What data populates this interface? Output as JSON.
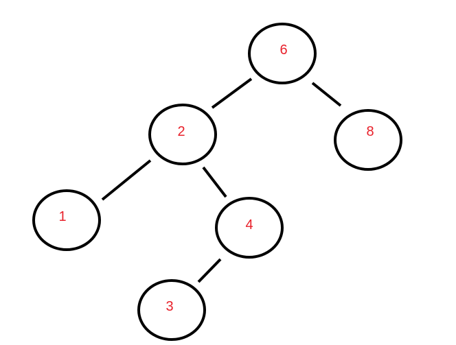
{
  "tree": {
    "label_color": "#e8202a",
    "line_color": "#000000",
    "nodes": [
      {
        "id": "n6",
        "label": "6"
      },
      {
        "id": "n2",
        "label": "2"
      },
      {
        "id": "n8",
        "label": "8"
      },
      {
        "id": "n1",
        "label": "1"
      },
      {
        "id": "n4",
        "label": "4"
      },
      {
        "id": "n3",
        "label": "3"
      }
    ],
    "edges": [
      {
        "from": "n6",
        "to": "n2"
      },
      {
        "from": "n6",
        "to": "n8"
      },
      {
        "from": "n2",
        "to": "n1"
      },
      {
        "from": "n2",
        "to": "n4"
      },
      {
        "from": "n4",
        "to": "n3"
      }
    ]
  }
}
